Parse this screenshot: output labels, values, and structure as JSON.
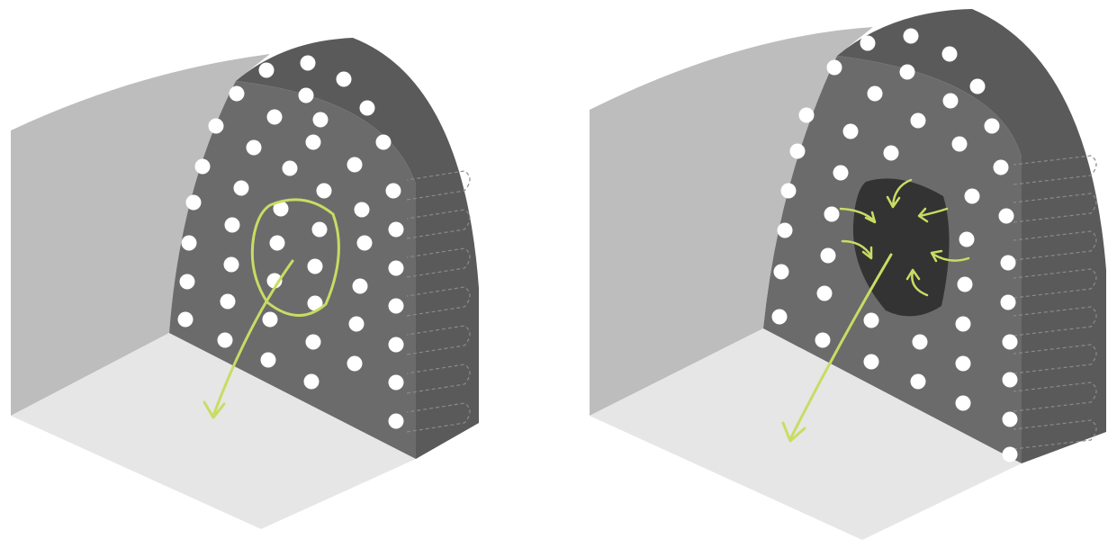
{
  "colors": {
    "background": "#ffffff",
    "left_wall": "#bdbdbd",
    "floor": "#e6e6e7",
    "face": "#6b6b6b",
    "side": "#5a5a5a",
    "dots": "#ffffff",
    "hole": "#333333",
    "accent": "#c9dc63",
    "dashed": "#8a8a8a"
  },
  "panels": [
    {
      "name": "intact-face",
      "circled_region": true,
      "inward_arrows": 0,
      "extraction_arrow": true
    },
    {
      "name": "excavated-face",
      "circled_region": false,
      "hole": true,
      "inward_arrows": 6,
      "extraction_arrow": true
    }
  ]
}
